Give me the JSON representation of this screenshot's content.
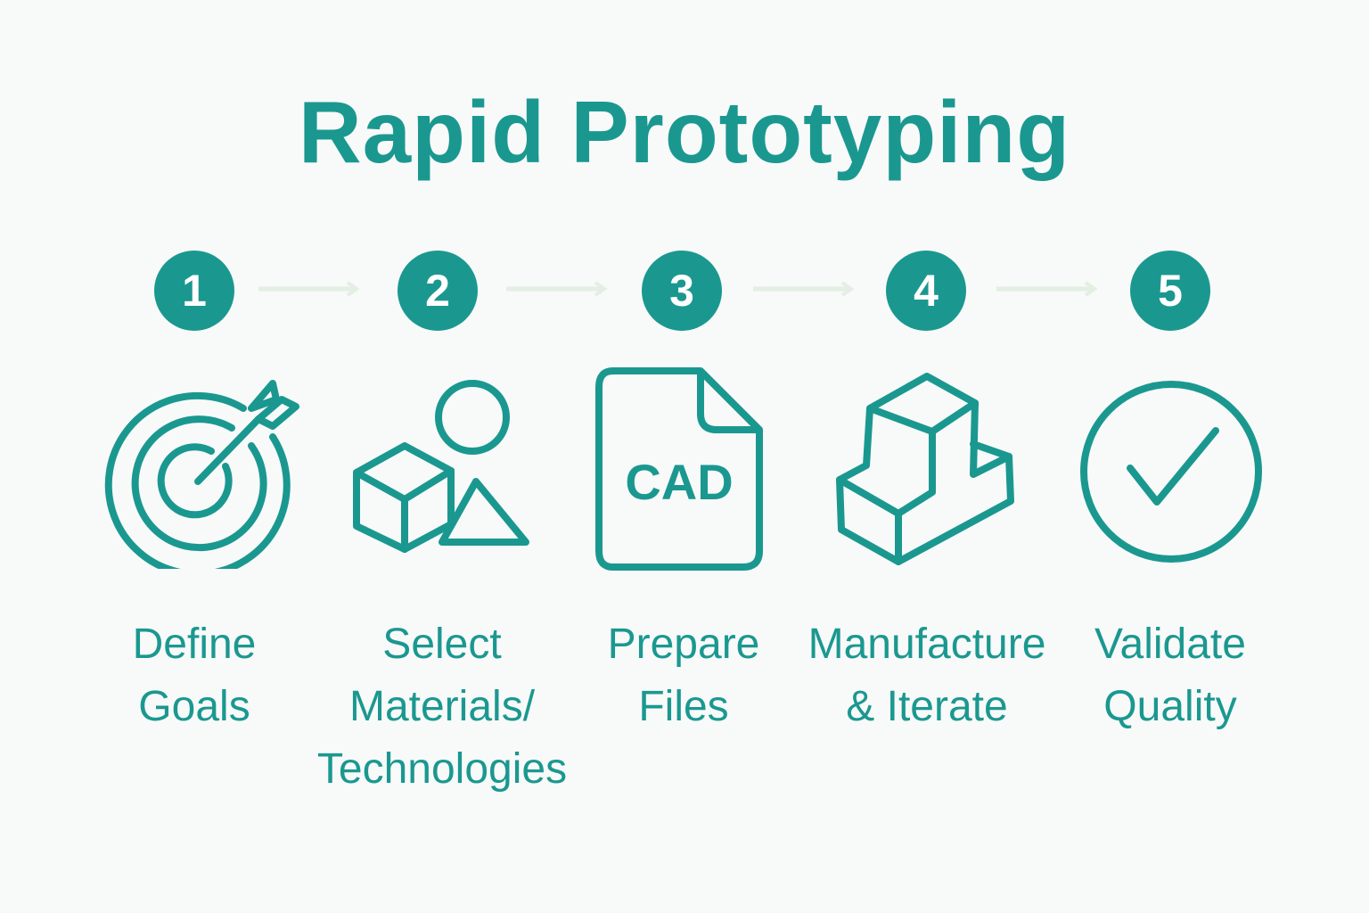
{
  "title": "Rapid Prototyping",
  "colors": {
    "accent": "#1a9890",
    "arrow": "#e2efe2",
    "background": "#f8f9f9"
  },
  "steps": [
    {
      "number": "1",
      "icon": "target-arrow-icon",
      "label_line1": "Define",
      "label_line2": "Goals",
      "label_line3": ""
    },
    {
      "number": "2",
      "icon": "shapes-cube-circle-triangle-icon",
      "label_line1": "Select",
      "label_line2": "Materials/",
      "label_line3": "Technologies"
    },
    {
      "number": "3",
      "icon": "cad-file-icon",
      "icon_text": "CAD",
      "label_line1": "Prepare",
      "label_line2": "Files",
      "label_line3": ""
    },
    {
      "number": "4",
      "icon": "3d-block-icon",
      "label_line1": "Manufacture",
      "label_line2": "& Iterate",
      "label_line3": ""
    },
    {
      "number": "5",
      "icon": "check-circle-icon",
      "label_line1": "Validate",
      "label_line2": "Quality",
      "label_line3": ""
    }
  ]
}
